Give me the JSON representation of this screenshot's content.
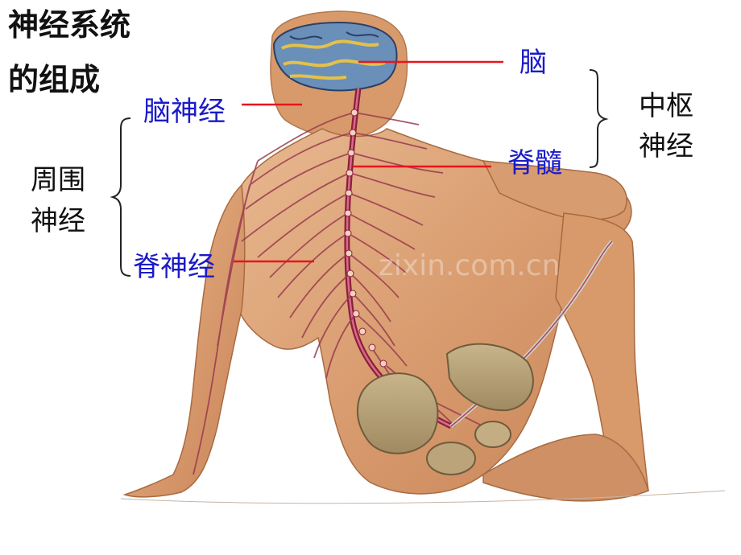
{
  "title": {
    "line1": "神经系统",
    "line2": "的组成"
  },
  "labels": {
    "brain": "脑",
    "spinal_cord": "脊髓",
    "cranial_nerves": "脑神经",
    "spinal_nerves": "脊神经"
  },
  "groups": {
    "central": {
      "line1": "中枢",
      "line2": "神经"
    },
    "peripheral": {
      "line1": "周围",
      "line2": "神经"
    }
  },
  "watermark": "zixin.com.cn",
  "colors": {
    "background": "#ffffff",
    "skin": "#dca57a",
    "pointer_line": "#e8141e",
    "blue_label": "#1a1ac8",
    "nerve": "#8b1f3c"
  }
}
